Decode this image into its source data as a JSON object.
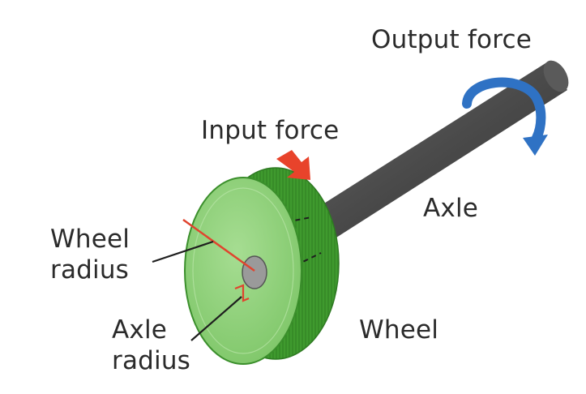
{
  "diagram": {
    "labels": {
      "output_force": "Output force",
      "input_force": "Input force",
      "axle": "Axle",
      "wheel_radius": [
        "Wheel",
        "radius"
      ],
      "wheel": "Wheel",
      "axle_radius": [
        "Axle",
        "radius"
      ]
    },
    "colors": {
      "wheel_face": "#8ed27a",
      "wheel_rim": "#3f9a2e",
      "axle": "#4d4d4d",
      "axle_end": "#9a9a9a",
      "input_arrow": "#e8432b",
      "output_arrow": "#2f72c4",
      "radius_line": "#e0442e",
      "text": "#2b2b2b"
    }
  }
}
